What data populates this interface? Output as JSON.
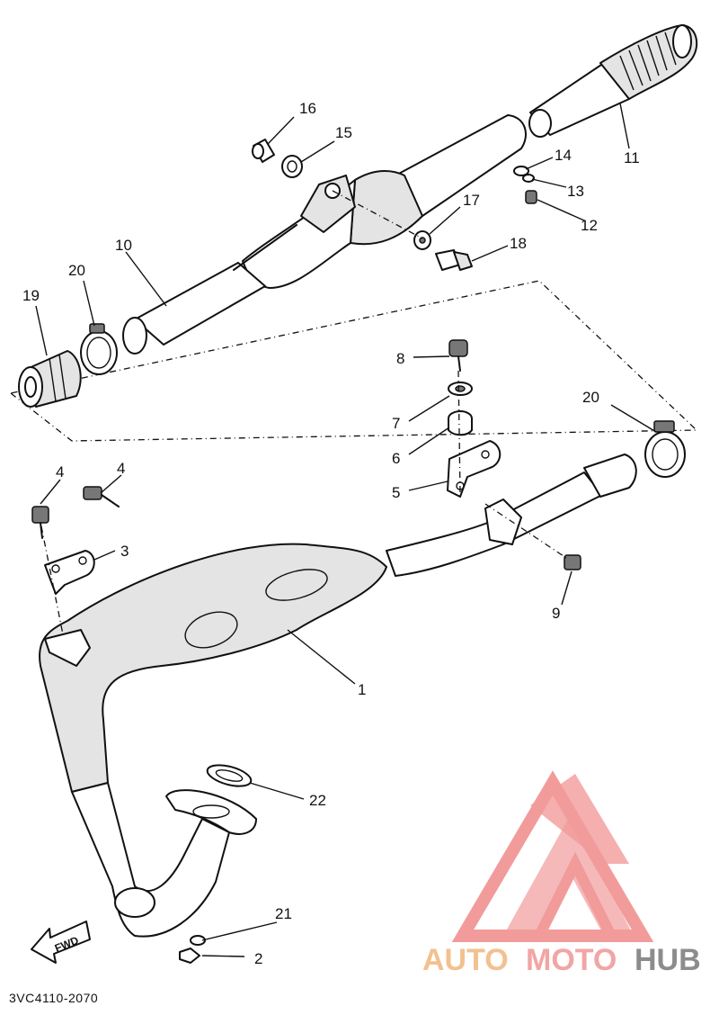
{
  "diagram": {
    "drawing_code": "3VC4110-2070",
    "fwd_label": "FWD",
    "callouts": [
      {
        "id": "c1",
        "label": "1"
      },
      {
        "id": "c2",
        "label": "2"
      },
      {
        "id": "c3",
        "label": "3"
      },
      {
        "id": "c4a",
        "label": "4"
      },
      {
        "id": "c4b",
        "label": "4"
      },
      {
        "id": "c5",
        "label": "5"
      },
      {
        "id": "c6",
        "label": "6"
      },
      {
        "id": "c7",
        "label": "7"
      },
      {
        "id": "c8",
        "label": "8"
      },
      {
        "id": "c9",
        "label": "9"
      },
      {
        "id": "c10",
        "label": "10"
      },
      {
        "id": "c11",
        "label": "11"
      },
      {
        "id": "c12",
        "label": "12"
      },
      {
        "id": "c13",
        "label": "13"
      },
      {
        "id": "c14",
        "label": "14"
      },
      {
        "id": "c15",
        "label": "15"
      },
      {
        "id": "c16",
        "label": "16"
      },
      {
        "id": "c17",
        "label": "17"
      },
      {
        "id": "c18",
        "label": "18"
      },
      {
        "id": "c19",
        "label": "19"
      },
      {
        "id": "c20a",
        "label": "20"
      },
      {
        "id": "c20b",
        "label": "20"
      },
      {
        "id": "c21",
        "label": "21"
      },
      {
        "id": "c22",
        "label": "22"
      }
    ]
  },
  "watermark": {
    "part1": "AUTO",
    "part2": "MOTO",
    "part3": "HUB",
    "colors": {
      "auto": "#f2c18f",
      "moto": "#f2a5a5",
      "hub": "#8c8c8c",
      "logo": "#f08a8a"
    }
  }
}
